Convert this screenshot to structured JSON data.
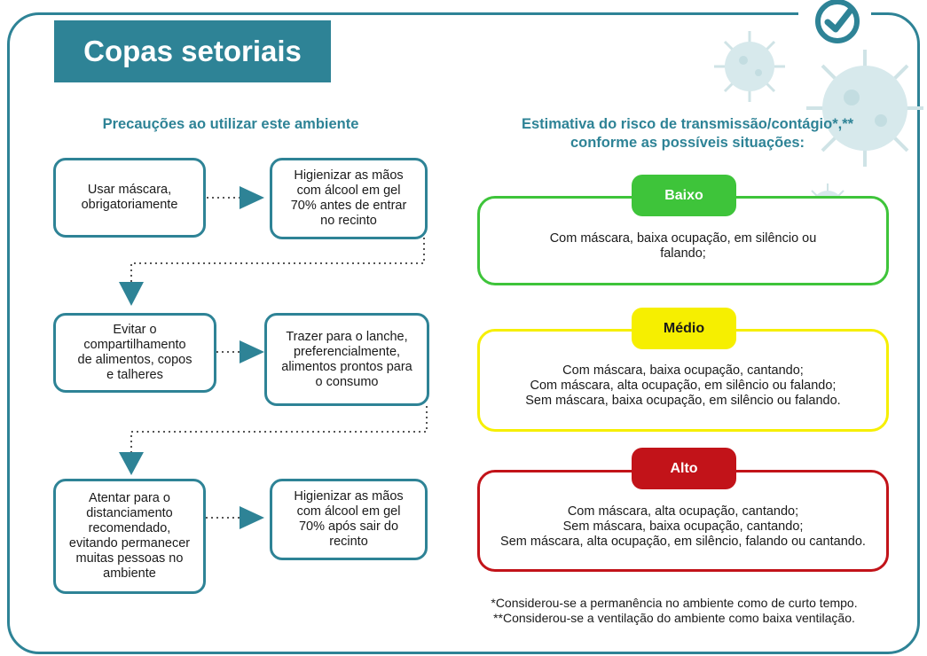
{
  "header": {
    "title": "Copas setoriais"
  },
  "icons": {
    "check": "check-circle-icon",
    "virus": "virus-icon"
  },
  "colors": {
    "teal": "#2e8396",
    "low": "#3ec43a",
    "medium": "#f6ef00",
    "high": "#c21319"
  },
  "precautions": {
    "title": "Precauções ao utilizar este ambiente",
    "steps": [
      "Usar máscara,\nobrigatoriamente",
      "Higienizar as mãos\ncom álcool em gel\n70% antes de entrar\nno recinto",
      "Evitar o\ncompartilhamento\nde alimentos, copos\ne talheres",
      "Trazer para o lanche,\npreferencialmente,\nalimentos prontos para\no consumo",
      "Atentar para o\ndistanciamento\nrecomendado,\nevitando permanecer\nmuitas pessoas no\nambiente",
      "Higienizar as mãos\ncom álcool em gel\n70% após sair do\nrecinto"
    ]
  },
  "risk": {
    "title": "Estimativa do risco de transmissão/contágio*,**\nconforme as possíveis situações:",
    "levels": [
      {
        "label": "Baixo",
        "text": "Com máscara, baixa ocupação, em silêncio ou\nfalando;"
      },
      {
        "label": "Médio",
        "text": "Com máscara, baixa ocupação, cantando;\nCom máscara, alta ocupação, em silêncio ou falando;\nSem máscara, baixa ocupação, em silêncio ou falando."
      },
      {
        "label": "Alto",
        "text": "Com máscara, alta ocupação,  cantando;\nSem máscara, baixa ocupação, cantando;\nSem máscara, alta ocupação, em silêncio, falando ou cantando."
      }
    ]
  },
  "footnotes": "*Considerou-se a permanência no ambiente como de curto tempo.\n**Considerou-se a ventilação do ambiente como baixa ventilação."
}
